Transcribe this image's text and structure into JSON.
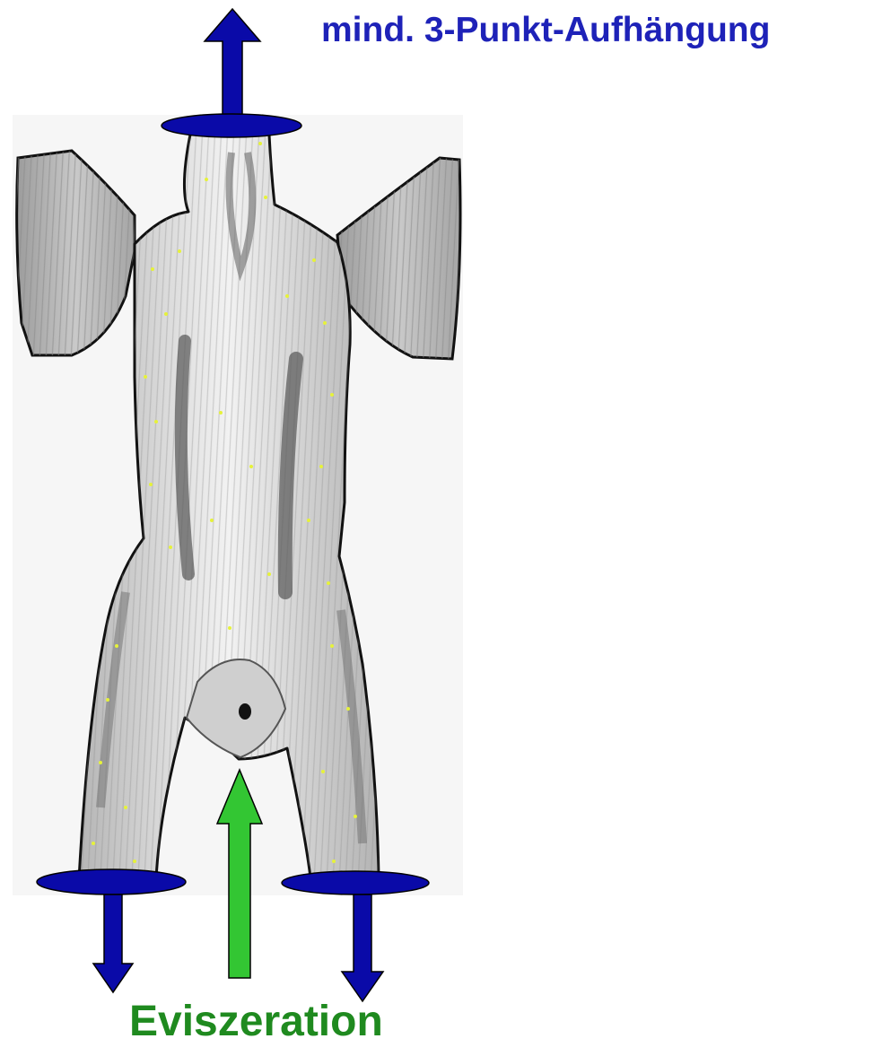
{
  "title": "mind. 3-Punkt-Aufhängung",
  "bottom_label": "Eviszeration",
  "colors": {
    "suspension": "#0a0aa8",
    "evisceration_arrow": "#33c633",
    "title_text": "#1e22b8",
    "bottom_text": "#1f8a1f",
    "outline": "#111111",
    "shading": "#8d8d8d",
    "speckle": "#e6f23a"
  },
  "icons": {
    "carcass": "plucked-poultry-carcass-drawing",
    "suspension_point": "suspension-disc-icon",
    "pull_arrow": "arrow-icon"
  }
}
